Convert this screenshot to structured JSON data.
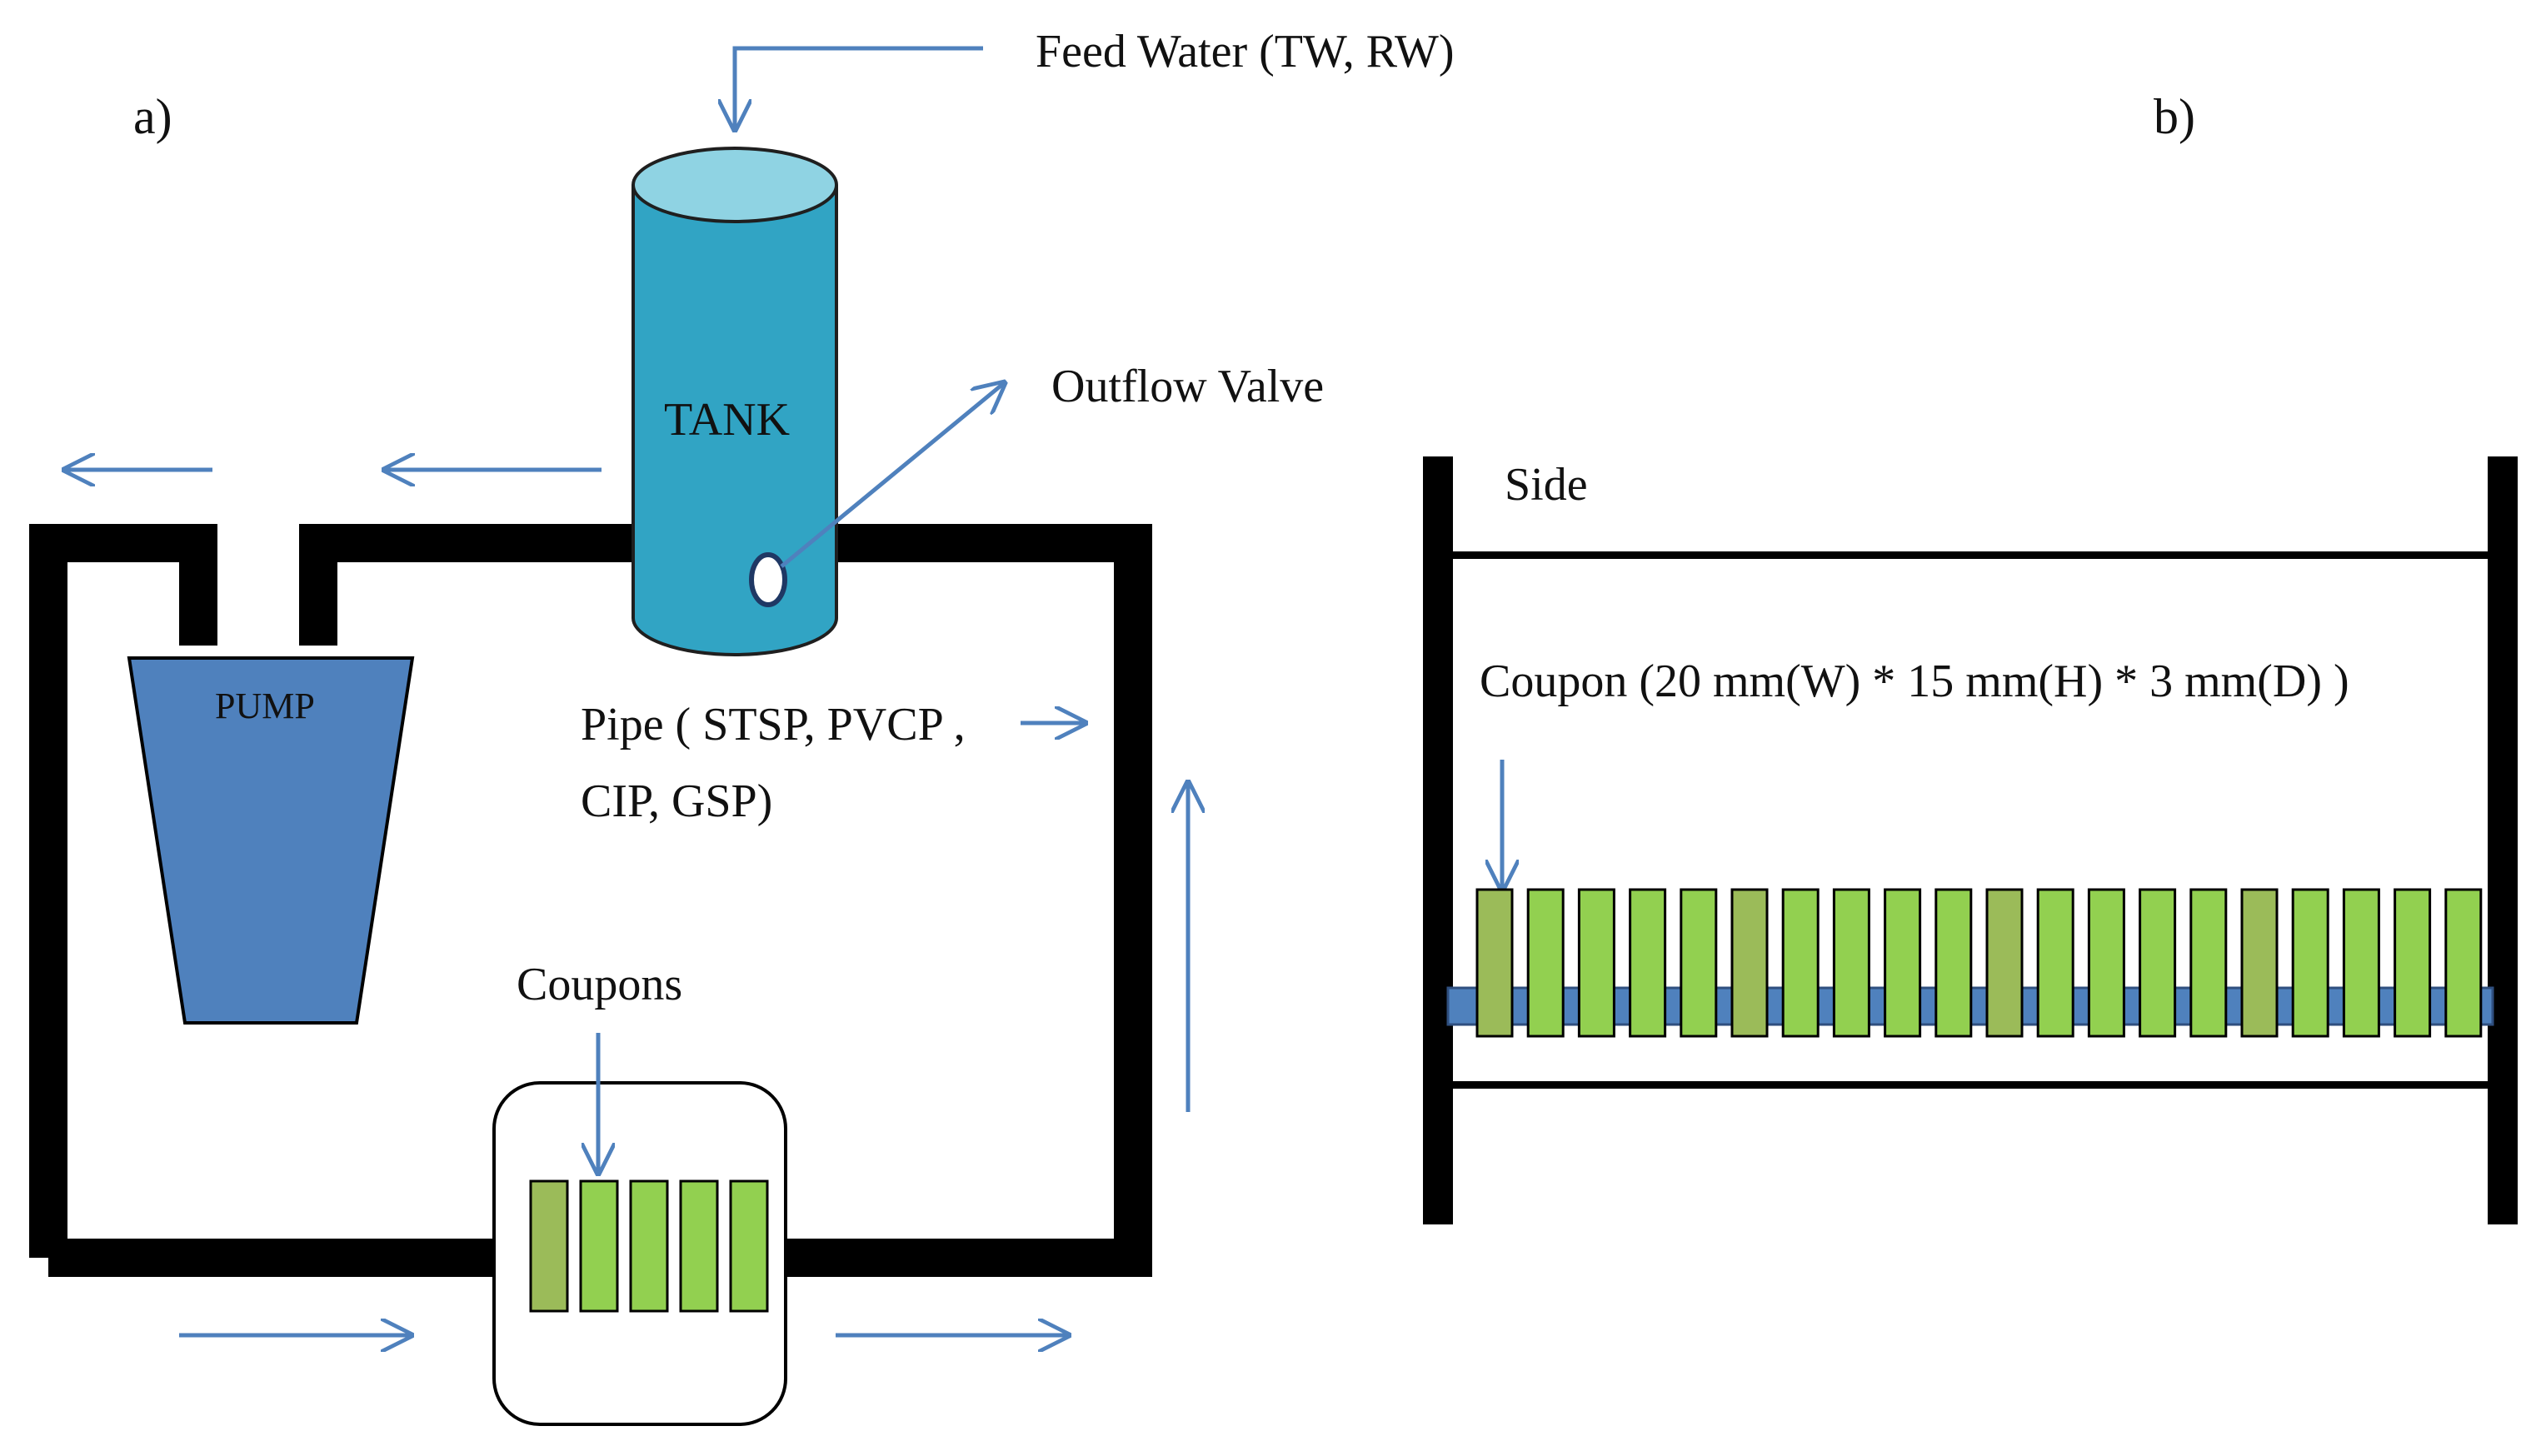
{
  "panel_a": {
    "label": "a)",
    "feed_water": "Feed Water (TW, RW)",
    "tank": "TANK",
    "outflow_valve": "Outflow Valve",
    "pump": "PUMP",
    "pipe_line1": "Pipe ( STSP, PVCP ,",
    "pipe_line2": "CIP, GSP)",
    "coupons": "Coupons",
    "coupon_count": 5
  },
  "panel_b": {
    "label": "b)",
    "side": "Side",
    "coupon_spec": "Coupon (20 mm(W) * 15 mm(H) * 3 mm(D) )",
    "coupon_count": 20
  },
  "colors": {
    "pipe": "#000000",
    "tank": "#31A4C4",
    "tank_top": "#8FD3E3",
    "pump": "#4F81BD",
    "arrow": "#4F81BD",
    "coupon": "#92D050",
    "coupon_dark": "#9BBB59",
    "rod": "#4F81BD"
  }
}
